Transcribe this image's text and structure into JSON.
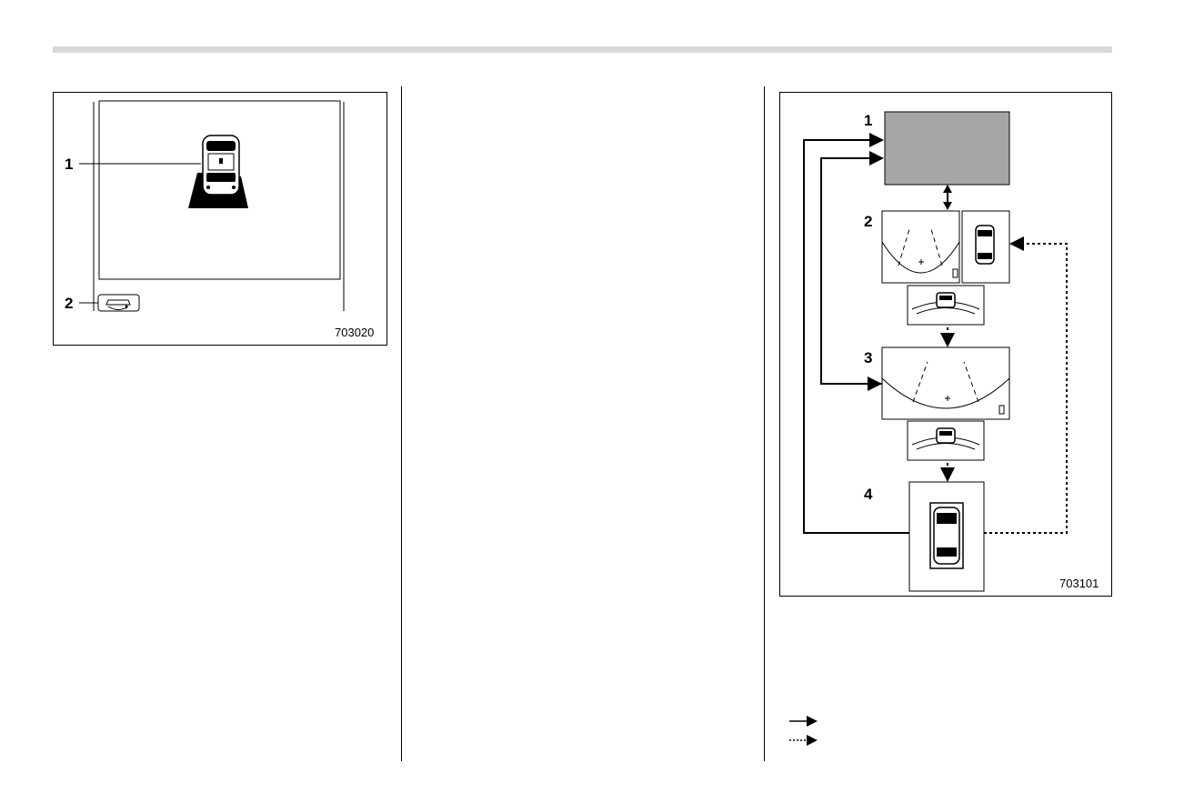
{
  "figure_left": {
    "callouts": [
      "1",
      "2"
    ],
    "code": "703020",
    "icons": [
      "car-top-view-icon",
      "camera-view-switch-icon"
    ]
  },
  "figure_right": {
    "screen_labels": [
      "1",
      "2",
      "3",
      "4"
    ],
    "code": "703101",
    "icons": [
      "solid-arrow-icon",
      "dotted-arrow-icon",
      "double-arrow-icon"
    ]
  },
  "legend": {
    "items": [
      {
        "style": "solid",
        "icon": "solid-arrow-icon"
      },
      {
        "style": "dotted",
        "icon": "dotted-arrow-icon"
      }
    ]
  },
  "colors": {
    "rule": "#d9d9d9",
    "screen_fill": "#a6a6a6",
    "line": "#000000"
  }
}
